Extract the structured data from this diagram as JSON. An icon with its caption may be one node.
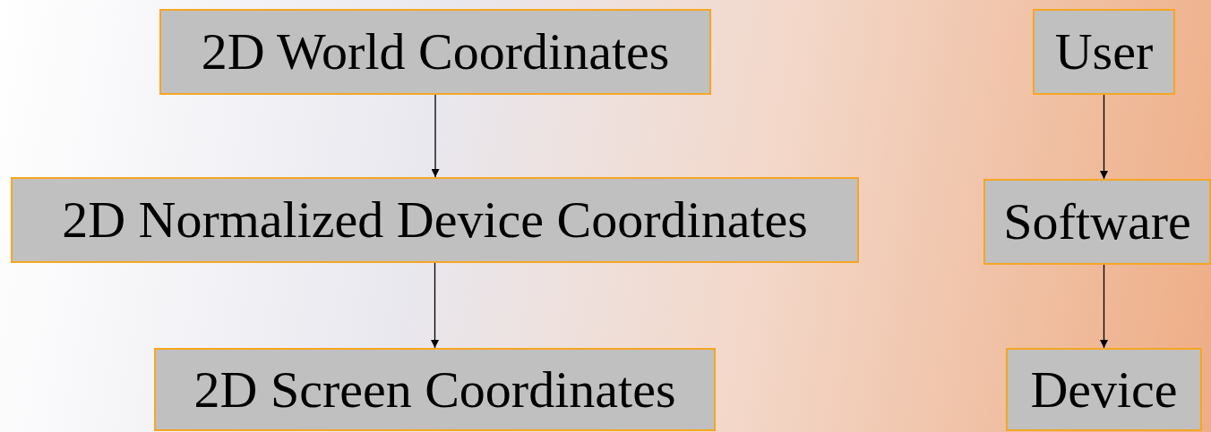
{
  "diagram": {
    "nodes": [
      {
        "text": [
          "2D World Coordinates"
        ]
      },
      {
        "text": [
          "2D Normalized Device Coordinates"
        ]
      },
      {
        "text": [
          "2D Screen Coordinates"
        ]
      },
      {
        "text": [
          "User"
        ]
      },
      {
        "text": [
          "Software"
        ]
      },
      {
        "text": [
          "Device"
        ]
      }
    ],
    "edges": [
      {
        "from": 0,
        "to": 1,
        "arrow": "to"
      },
      {
        "from": 1,
        "to": 2,
        "arrow": "to"
      },
      {
        "from": 3,
        "to": 4,
        "arrow": "to"
      },
      {
        "from": 4,
        "to": 5,
        "arrow": "to"
      }
    ]
  }
}
